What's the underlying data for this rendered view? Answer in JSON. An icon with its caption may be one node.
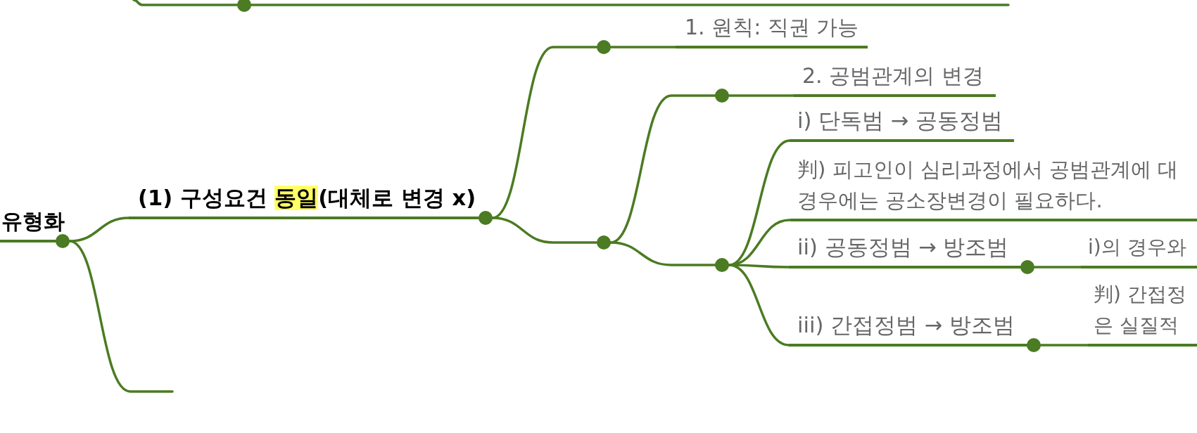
{
  "diagram": {
    "nodes": [
      {
        "text": [],
        "shape": "circle"
      },
      {
        "text": [
          "유형화"
        ]
      },
      {
        "text": [
          "(1) 구성요건 *동일*(대체로 변경 x)"
        ]
      },
      {
        "text": [],
        "shape": "circle"
      },
      {
        "text": [
          "1. 원칙: 직권 가능"
        ]
      },
      {
        "text": [],
        "shape": "circle"
      },
      {
        "text": [],
        "shape": "circle"
      },
      {
        "text": [
          "2. 공범관계의 변경"
        ]
      },
      {
        "text": [],
        "shape": "circle"
      },
      {
        "text": [
          "i) 단독범 → 공동정범"
        ]
      },
      {
        "text": [
          "判) 피고인이 심리과정에서 공범관계에 대 경우에는 공소장변경이 필요하다."
        ]
      },
      {
        "text": [
          "ii) 공동정범 → 방조범"
        ]
      },
      {
        "text": [
          "i)의 경우와"
        ]
      },
      {
        "text": [
          "iii) 간접정범 → 방조범"
        ]
      },
      {
        "text": [
          "判) 간접정 은 실질적"
        ]
      }
    ],
    "edges": [
      {
        "from": null,
        "to": 0,
        "arrow": "none"
      },
      {
        "from": 0,
        "to": null,
        "arrow": "none"
      },
      {
        "from": 1,
        "to": 2,
        "arrow": "none"
      },
      {
        "from": 1,
        "to": null,
        "arrow": "none"
      },
      {
        "from": 2,
        "to": 3,
        "arrow": "none"
      },
      {
        "from": 3,
        "to": 4,
        "arrow": "none"
      },
      {
        "from": 2,
        "to": 5,
        "arrow": "none"
      },
      {
        "from": 5,
        "to": 6,
        "arrow": "none"
      },
      {
        "from": 6,
        "to": 7,
        "arrow": "none"
      },
      {
        "from": 5,
        "to": 8,
        "arrow": "none"
      },
      {
        "from": 8,
        "to": 9,
        "arrow": "none"
      },
      {
        "from": 8,
        "to": 10,
        "arrow": "none"
      },
      {
        "from": 8,
        "to": 11,
        "arrow": "none"
      },
      {
        "from": 8,
        "to": 13,
        "arrow": "none"
      },
      {
        "from": 11,
        "to": 12,
        "arrow": "none"
      },
      {
        "from": 13,
        "to": 14,
        "arrow": "none"
      }
    ]
  }
}
